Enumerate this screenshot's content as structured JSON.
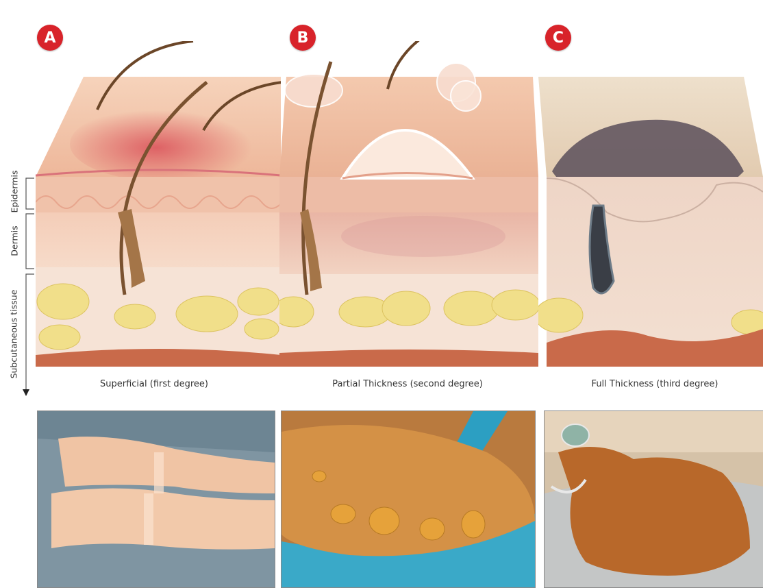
{
  "panels": [
    {
      "badge": "A",
      "caption": "Superficial (first degree)"
    },
    {
      "badge": "B",
      "caption": "Partial Thickness (second degree)"
    },
    {
      "badge": "C",
      "caption": "Full Thickness (third degree)"
    }
  ],
  "layers": {
    "epidermis": "Epidermis",
    "dermis": "Dermis",
    "subcutaneous": "Subcutaneous tissue"
  },
  "colors": {
    "badge_red": "#d8232a",
    "skin_surface": "#f3c7a8",
    "dermis": "#f6d9c6",
    "fat": "#f2e08a",
    "muscle": "#c96a4a",
    "burn_red": "#d9535b",
    "eschar": "#5b4f5a"
  }
}
